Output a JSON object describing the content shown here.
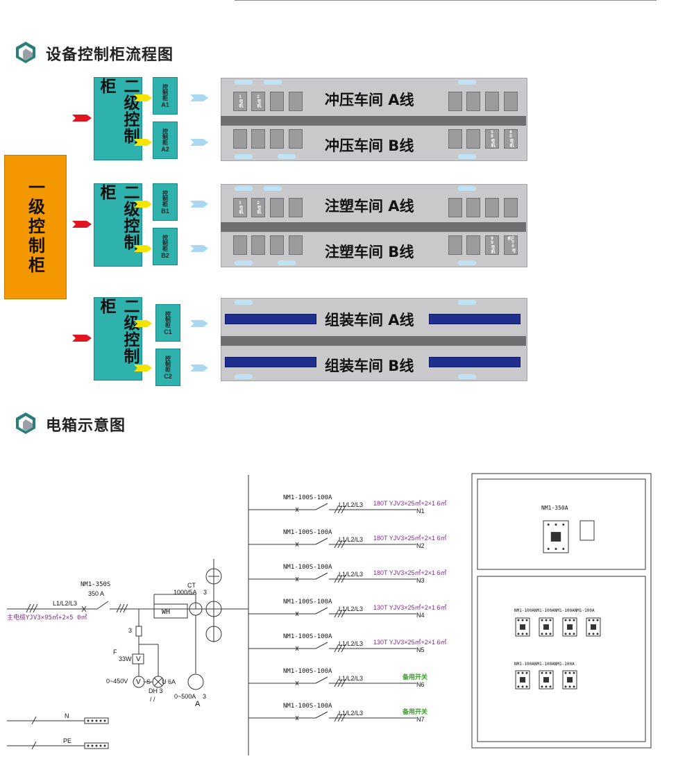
{
  "sections": {
    "flow_title": "设备控制柜流程图",
    "box_title": "电箱示意图"
  },
  "flow": {
    "level1": "一级控制柜",
    "level2": "二级控制柜",
    "groups": [
      {
        "controllers": [
          {
            "text": "控制柜",
            "code": "A1"
          },
          {
            "text": "控制柜",
            "code": "A2"
          }
        ],
        "lines": [
          "冲压车间 A线",
          "冲压车间 B线"
        ],
        "machines_a_left": [
          "1号机",
          "2号机",
          "",
          ""
        ],
        "machines_b_right": [
          "",
          "",
          "59号机",
          "60号机"
        ]
      },
      {
        "controllers": [
          {
            "text": "控制柜",
            "code": "B1"
          },
          {
            "text": "控制柜",
            "code": "B2"
          }
        ],
        "lines": [
          "注塑车间 A线",
          "注塑车间 B线"
        ],
        "machines_a_left": [
          "1号机",
          "2号机",
          "",
          ""
        ],
        "machines_b_right": [
          "",
          "",
          "99号机",
          "100号机"
        ]
      },
      {
        "controllers": [
          {
            "text": "控制柜",
            "code": "C1"
          },
          {
            "text": "控制柜",
            "code": "C2"
          }
        ],
        "lines": [
          "组装车间 A线",
          "组装车间 B线"
        ]
      }
    ]
  },
  "electrical": {
    "main_breaker": "NM1-350S",
    "main_current": "350 A",
    "main_phase": "L1/L2/L3",
    "main_cable": "主电缆YJV3×95㎡+2×5 0㎡",
    "ct_label": "CT",
    "ct_ratio": "1000/5A",
    "ct_count": "3",
    "wh": "WH",
    "fuse_count": "3",
    "f_label": "F",
    "v_power": "33W",
    "v_symbol": "V",
    "v_range": "0~450V",
    "switch_label": "S",
    "u_label": "U 6A",
    "dh_label": "DH 3",
    "dh_marks": "/ /",
    "a_range": "0~500A",
    "a_count": "3",
    "a_symbol": "A",
    "n_label": "N",
    "pe_label": "PE",
    "feeders": [
      {
        "breaker": "NM1-100S-100A",
        "phase": "L1/L2/L3",
        "spec": "180T YJV3×25㎡+2×1 6㎡",
        "out": "N1"
      },
      {
        "breaker": "NM1-100S-100A",
        "phase": "L1/L2/L3",
        "spec": "180T YJV3×25㎡+2×1 6㎡",
        "out": "N2"
      },
      {
        "breaker": "NM1-100S-100A",
        "phase": "L1/L2/L3",
        "spec": "180T YJV3×25㎡+2×1 6㎡",
        "out": "N3"
      },
      {
        "breaker": "NM1-100S-100A",
        "phase": "L1/L2/L3",
        "spec": "130T YJV3×25㎡+2×1 6㎡",
        "out": "N4"
      },
      {
        "breaker": "NM1-100S-100A",
        "phase": "L1/L2/L3",
        "spec": "130T YJV3×25㎡+2×1 6㎡",
        "out": "N5"
      },
      {
        "breaker": "NM1-100S-100A",
        "phase": "L1/L2/L3",
        "spec": "备用开关",
        "out": "N6"
      },
      {
        "breaker": "NM1-100S-100A",
        "phase": "L1/L2/L3",
        "spec": "备用开关",
        "out": "N7"
      }
    ],
    "cabinet_main": "NM1-350A",
    "cabinet_row1": "NM1-100ANM1-100ANM1-100ANM1-100A",
    "cabinet_row2": "NM1-100ANM1-100ANM1-100A"
  }
}
